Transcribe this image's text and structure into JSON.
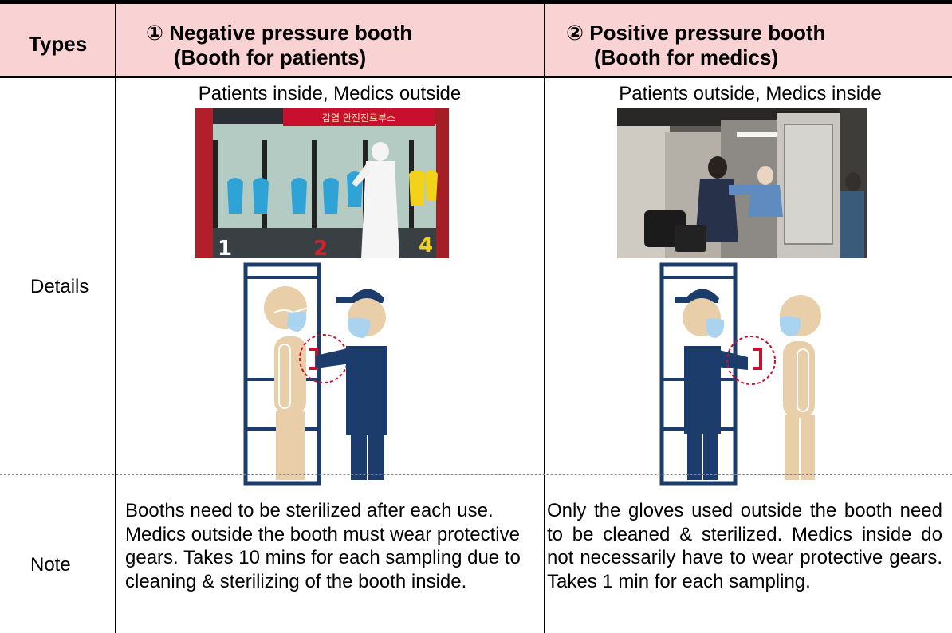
{
  "header": {
    "types": "Types",
    "col1_title": "① Negative pressure booth",
    "col1_sub": "(Booth for patients)",
    "col2_title": "② Positive pressure booth",
    "col2_sub": "(Booth for medics)"
  },
  "rows": {
    "details_label": "Details",
    "note_label": "Note"
  },
  "details": {
    "col1_caption": "Patients inside, Medics outside",
    "col2_caption": "Patients outside, Medics inside",
    "photo1_sign": "감염 안전진료부스",
    "photo1_numbers": [
      "1",
      "2",
      "4"
    ]
  },
  "notes": {
    "col1": "Booths need to be sterilized after each use. Medics outside the booth must wear protective gears. Takes 10 mins for each sampling due to cleaning & sterilizing of the booth inside.",
    "col2": "Only the gloves used outside the booth need to be cleaned & sterilized. Medics inside do not necessarily have to wear protective gears. Takes 1 min for each sampling."
  },
  "colors": {
    "header_bg": "#f9d3d3",
    "navy": "#1c3d6b",
    "skin": "#e9cfa9",
    "mask": "#a9d3ef",
    "red": "#c8102e"
  }
}
